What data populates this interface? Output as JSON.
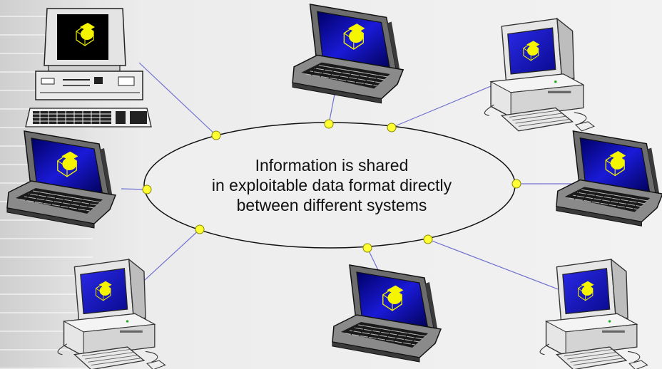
{
  "diagram": {
    "center_text": [
      "Information is shared",
      "in exploitable data format directly",
      "between different systems"
    ],
    "colors": {
      "ellipse_fill": "#f0f0f0",
      "connector_dot": "#ffff33",
      "connector_line": "#6a6ad0",
      "screen_blue": "#1414c8",
      "logo_yellow": "#f5f500",
      "device_body": "#e0e0e0"
    },
    "nodes": [
      {
        "device": "desktop-tower-computer",
        "icon": "cube-logo"
      },
      {
        "device": "laptop-computer",
        "icon": "cube-logo"
      },
      {
        "device": "macintosh-desktop",
        "icon": "cube-logo"
      },
      {
        "device": "laptop-computer",
        "icon": "cube-logo"
      },
      {
        "device": "laptop-computer",
        "icon": "cube-logo"
      },
      {
        "device": "macintosh-desktop",
        "icon": "cube-logo"
      },
      {
        "device": "laptop-computer",
        "icon": "cube-logo"
      },
      {
        "device": "macintosh-desktop",
        "icon": "cube-logo"
      }
    ]
  }
}
